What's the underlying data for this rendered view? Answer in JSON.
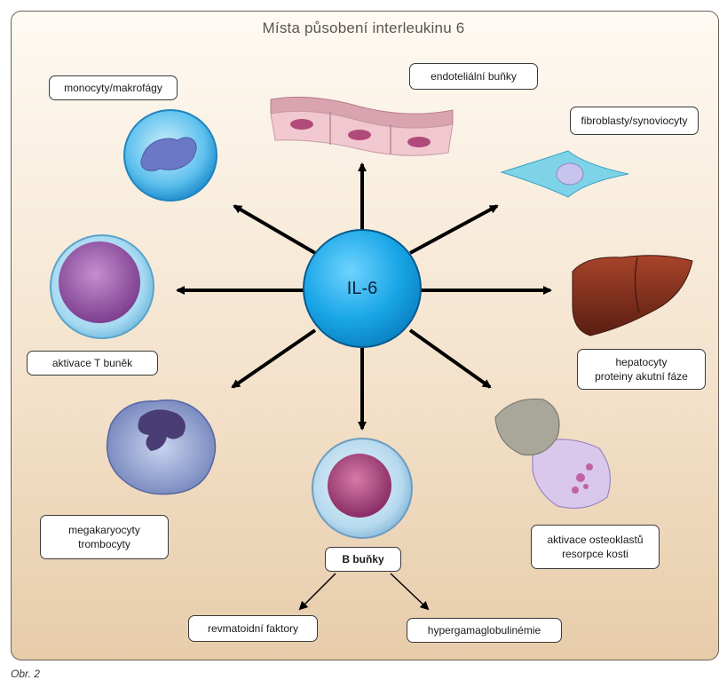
{
  "title": "Místa působení interleukinu 6",
  "center": {
    "label": "IL-6"
  },
  "targets": {
    "monocytes": "monocyty/makrofágy",
    "endothelial": "endoteliální buňky",
    "fibroblasts": "fibroblasty/synoviocyty",
    "t_cells": "aktivace T buněk",
    "hepatocytes": {
      "line1": "hepatocyty",
      "line2": "proteiny akutní fáze"
    },
    "megakaryocytes": {
      "line1": "megakaryocyty",
      "line2": "trombocyty"
    },
    "b_cells": "B buňky",
    "osteoclasts": {
      "line1": "aktivace osteoklastů",
      "line2": "resorpce kosti"
    },
    "rheumatoid": "revmatoidní faktory",
    "hypergamma": "hypergamaglobulinémie"
  },
  "caption": "Obr. 2",
  "colors": {
    "hub": "#1aa7e4",
    "arrow": "#000000",
    "background_top": "#fefaf3",
    "background_bottom": "#e7ccaa"
  }
}
